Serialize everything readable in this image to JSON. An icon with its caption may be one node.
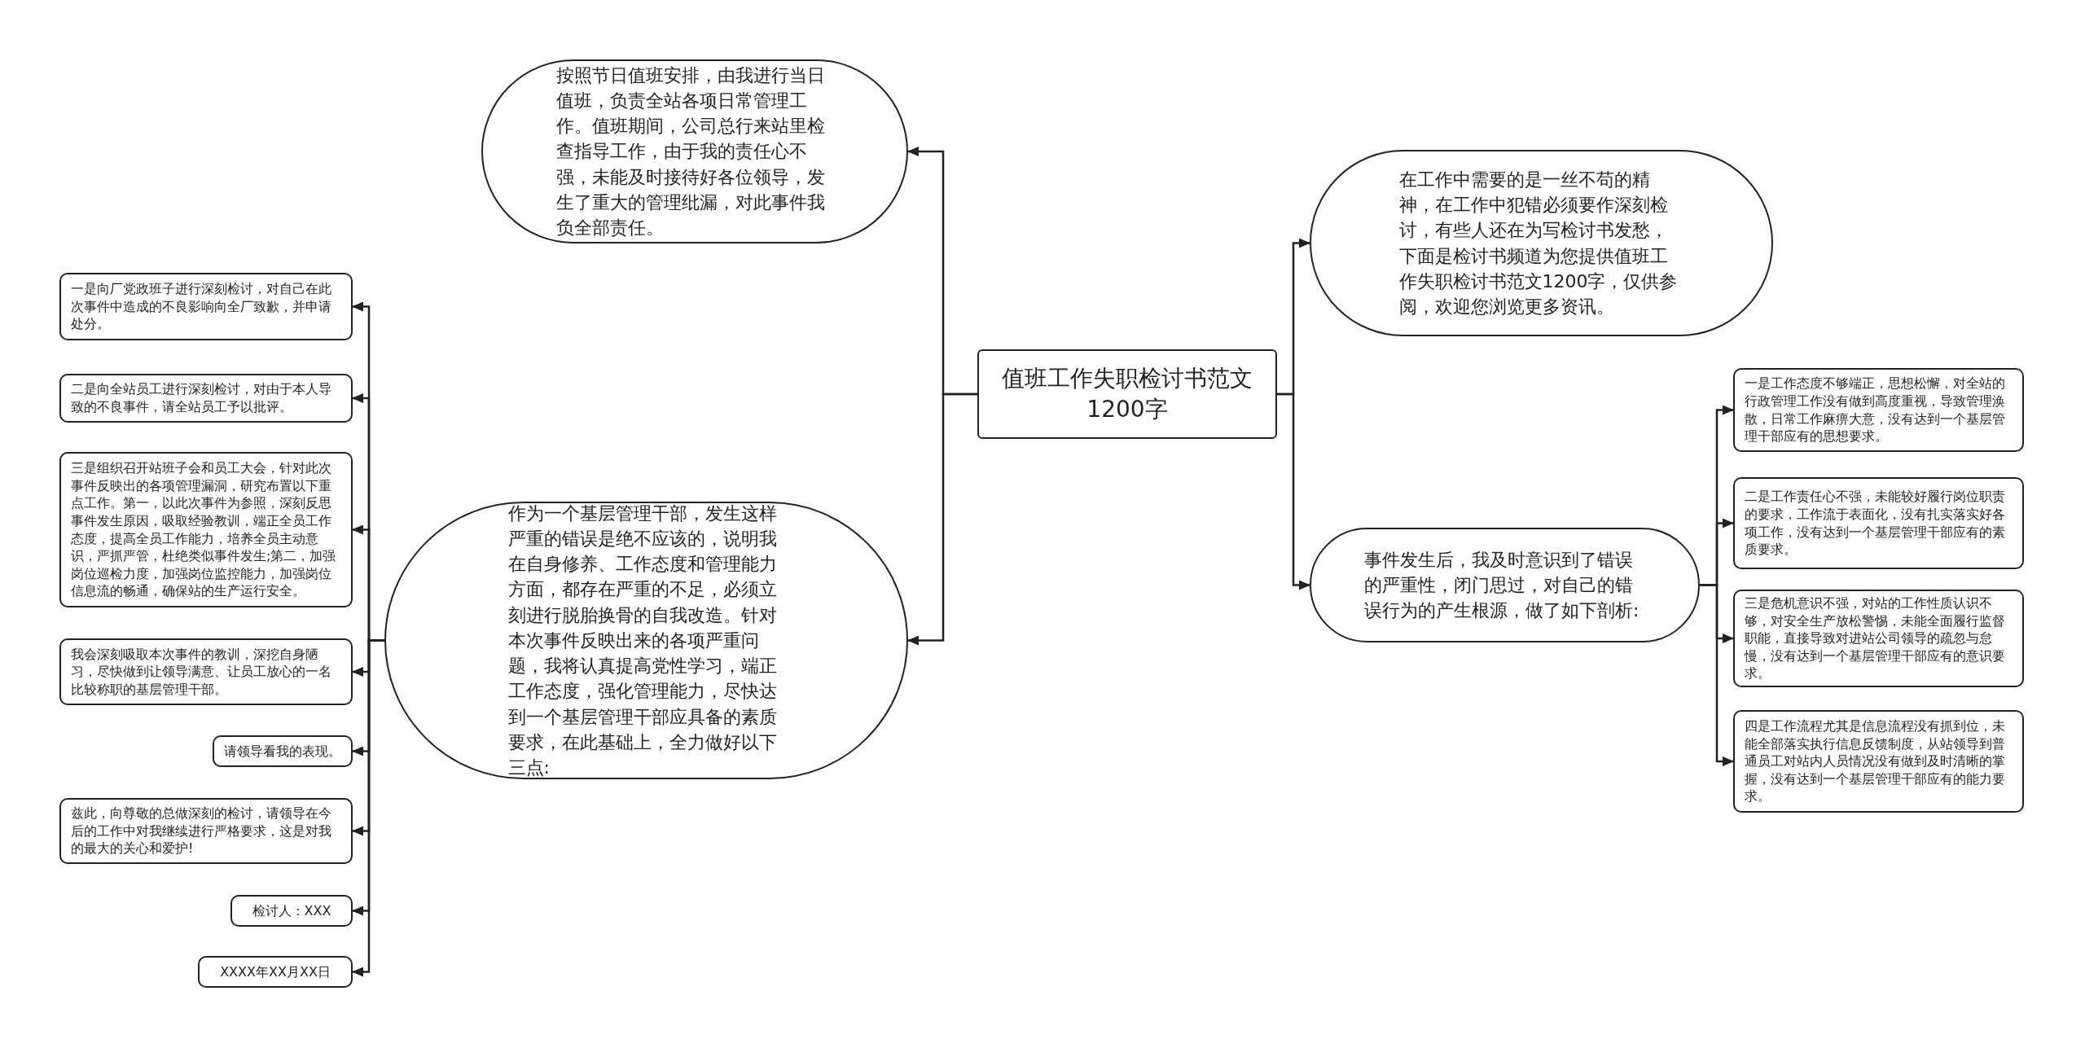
{
  "diagram": {
    "nodes": [
      {
        "text": [
          "值班工作失职检讨书范文1200字"
        ]
      },
      {
        "text": [
          "按照节日值班安排，由我进行当日值班，负责全站各项日常管理工作。值班期间，公司总行来站里检查指导工作，由于我的责任心不强，未能及时接待好各位领导，发生了重大的管理纰漏，对此事件我负全部责任。"
        ]
      },
      {
        "text": [
          "作为一个基层管理干部，发生这样严重的错误是绝不应该的，说明我在自身修养、工作态度和管理能力方面，都存在严重的不足，必须立刻进行脱胎换骨的自我改造。针对本次事件反映出来的各项严重问题，我将认真提高党性学习，端正工作态度，强化管理能力，尽快达到一个基层管理干部应具备的素质要求，在此基础上，全力做好以下三点:"
        ]
      },
      {
        "text": [
          "在工作中需要的是一丝不苟的精神，在工作中犯错必须要作深刻检讨，有些人还在为写检讨书发愁，下面是检讨书频道为您提供值班工作失职检讨书范文1200字，仅供参阅，欢迎您浏览更多资讯。"
        ]
      },
      {
        "text": [
          "事件发生后，我及时意识到了错误的严重性，闭门思过，对自己的错误行为的产生根源，做了如下剖析:"
        ]
      },
      {
        "text": [
          "一是工作态度不够端正，思想松懈，对全站的行政管理工作没有做到高度重视，导致管理涣散，日常工作麻痹大意，没有达到一个基层管理干部应有的思想要求。"
        ]
      },
      {
        "text": [
          "二是工作责任心不强，未能较好履行岗位职责的要求，工作流于表面化，没有扎实落实好各项工作，没有达到一个基层管理干部应有的素质要求。"
        ]
      },
      {
        "text": [
          "三是危机意识不强，对站的工作性质认识不够，对安全生产放松警惕，未能全面履行监督职能，直接导致对进站公司领导的疏忽与怠慢，没有达到一个基层管理干部应有的意识要求。"
        ]
      },
      {
        "text": [
          "四是工作流程尤其是信息流程没有抓到位，未能全部落实执行信息反馈制度，从站领导到普通员工对站内人员情况没有做到及时清晰的掌握，没有达到一个基层管理干部应有的能力要求。"
        ]
      },
      {
        "text": [
          "一是向厂党政班子进行深刻检讨，对自己在此次事件中造成的不良影响向全厂致歉，并申请处分。"
        ]
      },
      {
        "text": [
          "二是向全站员工进行深刻检讨，对由于本人导致的不良事件，请全站员工予以批评。"
        ]
      },
      {
        "text": [
          "三是组织召开站班子会和员工大会，针对此次事件反映出的各项管理漏洞，研究布置以下重点工作。第一，以此次事件为参照，深刻反思事件发生原因，吸取经验教训，端正全员工作态度，提高全员工作能力，培养全员主动意识，严抓严管，杜绝类似事件发生;第二，加强岗位巡检力度，加强岗位监控能力，加强岗位信息流的畅通，确保站的生产运行安全。"
        ]
      },
      {
        "text": [
          "我会深刻吸取本次事件的教训，深挖自身陋习，尽快做到让领导满意、让员工放心的一名比较称职的基层管理干部。"
        ]
      },
      {
        "text": [
          "请领导看我的表现。"
        ]
      },
      {
        "text": [
          "兹此，向尊敬的总做深刻的检讨，请领导在今后的工作中对我继续进行严格要求，这是对我的最大的关心和爱护!"
        ]
      },
      {
        "text": [
          "检讨人：XXX"
        ]
      },
      {
        "text": [
          "XXXX年XX月XX日"
        ]
      }
    ],
    "edges": [
      {
        "from": 0,
        "to": 1,
        "arrow": "to"
      },
      {
        "from": 0,
        "to": 2,
        "arrow": "to"
      },
      {
        "from": 0,
        "to": 3,
        "arrow": "to"
      },
      {
        "from": 0,
        "to": 4,
        "arrow": "to"
      },
      {
        "from": 4,
        "to": 5,
        "arrow": "to"
      },
      {
        "from": 4,
        "to": 6,
        "arrow": "to"
      },
      {
        "from": 4,
        "to": 7,
        "arrow": "to"
      },
      {
        "from": 4,
        "to": 8,
        "arrow": "to"
      },
      {
        "from": 2,
        "to": 9,
        "arrow": "to"
      },
      {
        "from": 2,
        "to": 10,
        "arrow": "to"
      },
      {
        "from": 2,
        "to": 11,
        "arrow": "to"
      },
      {
        "from": 2,
        "to": 12,
        "arrow": "to"
      },
      {
        "from": 2,
        "to": 13,
        "arrow": "to"
      },
      {
        "from": 2,
        "to": 14,
        "arrow": "to"
      },
      {
        "from": 2,
        "to": 15,
        "arrow": "to"
      },
      {
        "from": 2,
        "to": 16,
        "arrow": "to"
      }
    ]
  }
}
